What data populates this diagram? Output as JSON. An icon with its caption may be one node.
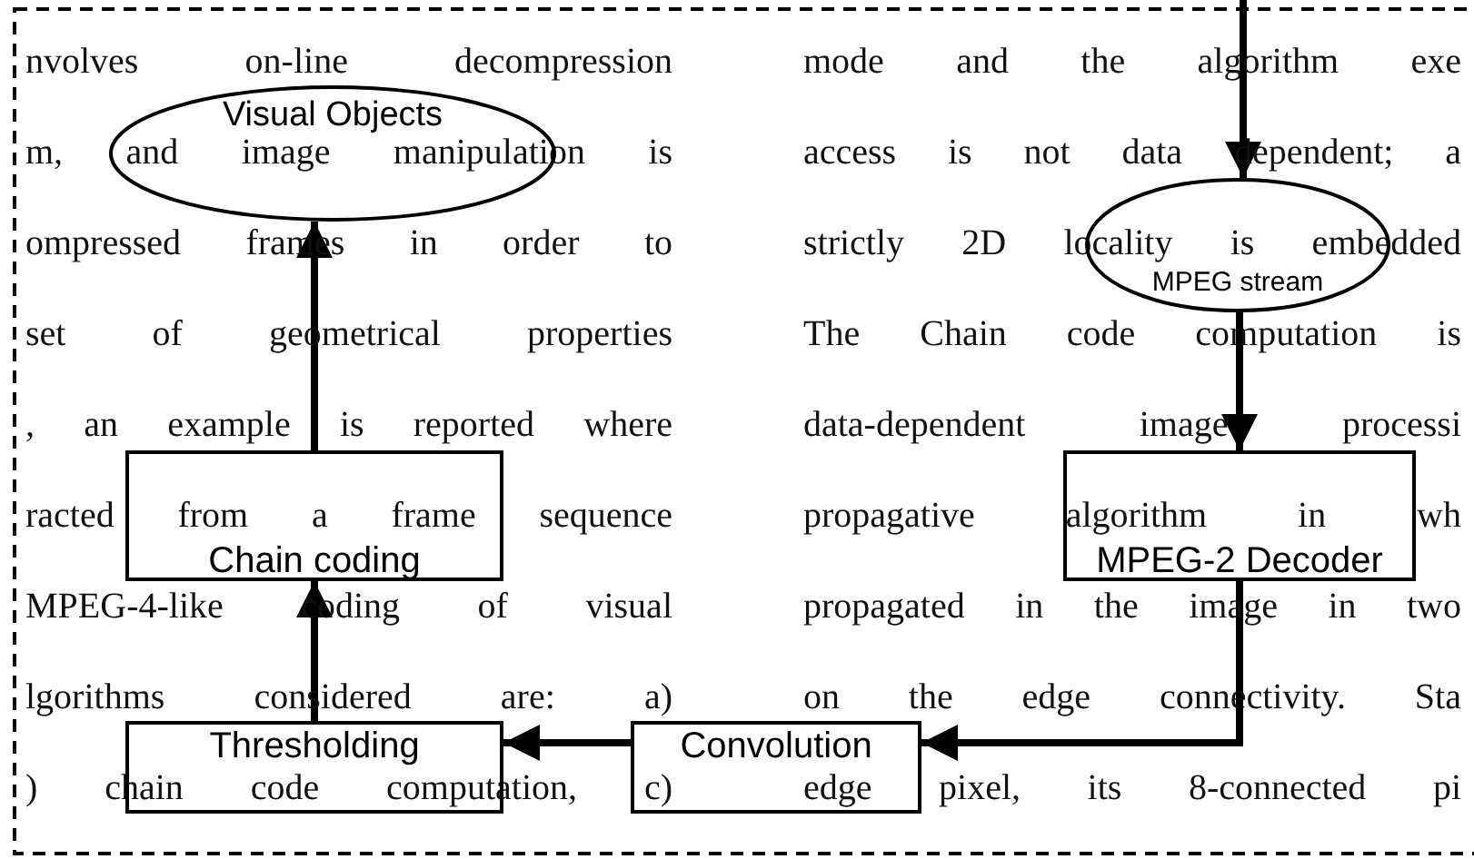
{
  "diagram": {
    "nodes": [
      {
        "text": [
          "Visual Objects"
        ]
      },
      {
        "text": [
          "Chain coding"
        ]
      },
      {
        "text": [
          "Thresholding"
        ]
      },
      {
        "text": [
          "Convolution"
        ]
      },
      {
        "text": [
          "MPEG-2 Decoder"
        ]
      },
      {
        "text": [
          "MPEG stream"
        ]
      }
    ],
    "edges": [
      {
        "from": null,
        "to": 5,
        "arrow": "to"
      },
      {
        "from": 5,
        "to": 4,
        "arrow": "to"
      },
      {
        "from": 4,
        "to": 3,
        "arrow": "to"
      },
      {
        "from": 3,
        "to": 2,
        "arrow": "to"
      },
      {
        "from": 2,
        "to": 1,
        "arrow": "to"
      },
      {
        "from": 1,
        "to": 0,
        "arrow": "to"
      }
    ],
    "labels": [
      "nvolves on-line decompression",
      "mode and the algorithm exe",
      "m, and image manipulation is",
      "access is not data dependent; a",
      "ompressed frames in order to",
      "strictly 2D locality is embedded",
      "set of geometrical properties",
      "The Chain code computation is",
      ", an example is reported where",
      "data-dependent image processi",
      "racted from a frame sequence",
      "propagative algorithm in wh",
      "MPEG-4-like coding of visual",
      "propagated in the image in two",
      "lgorithms considered are: a)",
      "on the edge connectivity. Sta",
      ") chain code computation, c)",
      "edge pixel, its 8-connected pi"
    ]
  }
}
